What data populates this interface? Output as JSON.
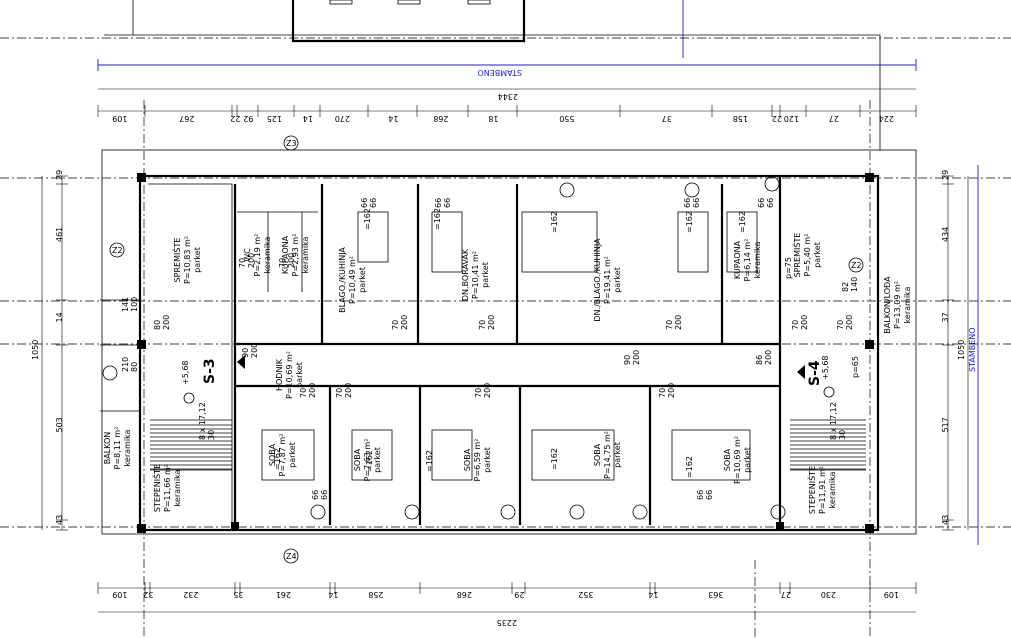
{
  "labels": {
    "stambeno_top": "STAMBENO",
    "stambeno_right": "STAMBENO",
    "s3": "S-3",
    "s4": "S-4",
    "elev1": "+5,68",
    "elev2": "+5,68"
  },
  "grid": {
    "z3": "Z3",
    "z2": "Z2",
    "z4": "Z4",
    "z2r": "Z2"
  },
  "rooms": {
    "spremiste_l": {
      "name": "SPREMIŠTE",
      "area": "P=10,83 m²",
      "floor": "parket"
    },
    "wc": {
      "name": "WC",
      "area": "P=2,19 m²",
      "floor": "keramika"
    },
    "kupaona_s": {
      "name": "KUPAONA",
      "area": "P=2,93 m²",
      "floor": "keramika"
    },
    "blago": {
      "name": "BLAGO./KUHINJA",
      "area": "P=10,49 m²",
      "floor": "parket"
    },
    "dnevni": {
      "name": "DN.BORAVAK",
      "area": "P=10,41 m²",
      "floor": "parket"
    },
    "dnblago": {
      "name": "DN./BLAGO./KUHINJA",
      "area": "P=19,41 m²",
      "floor": "parket"
    },
    "kupaona": {
      "name": "KUPAONA",
      "area": "P=6,14 m²",
      "floor": "keramika"
    },
    "spremiste_r": {
      "name": "SPREMIŠTE",
      "area": "P=5,40 m²",
      "floor": "parket"
    },
    "balkon_lodja": {
      "name": "BALKON/LOĐA",
      "area": "P=13,09 m²",
      "floor": "keramika"
    },
    "hodnik": {
      "name": "HODNIK",
      "area": "P=10,69 m²",
      "floor": "parket"
    },
    "balkon": {
      "name": "BALKON",
      "area": "P=8,11 m²",
      "floor": "keramika"
    },
    "stepeniste_l": {
      "name": "STEPENIŠTE",
      "area": "P=11,66 m²",
      "floor": "keramika"
    },
    "soba1": {
      "name": "SOBA",
      "area": "P=7,87 m²",
      "floor": "parket"
    },
    "soba2": {
      "name": "SOBA",
      "area": "P=7,63 m²",
      "floor": "parket"
    },
    "soba3": {
      "name": "SOBA",
      "area": "P=6,59 m²",
      "floor": "parket"
    },
    "soba4": {
      "name": "SOBA",
      "area": "P=14,75 m²",
      "floor": "parket"
    },
    "soba5": {
      "name": "SOBA",
      "area": "P=10,69 m²",
      "floor": "parket"
    },
    "stepeniste_r": {
      "name": "STEPENIŠTE",
      "area": "P=11,91 m²",
      "floor": "keramika"
    }
  },
  "dims_top_total": "2344",
  "dims_top": [
    "109",
    "267",
    "22",
    "92",
    "125",
    "14",
    "270",
    "14",
    "268",
    "18",
    "550",
    "37",
    "158",
    "22",
    "120",
    "27",
    "224"
  ],
  "dims_bottom_total": "2235",
  "dims_bottom": [
    "109",
    "32",
    "232",
    "35",
    "261",
    "14",
    "258",
    "268",
    "29",
    "352",
    "14",
    "363",
    "27",
    "230",
    "109"
  ],
  "dims_left": [
    "29",
    "461",
    "14",
    "503",
    "43"
  ],
  "dims_left_total": "1050",
  "dims_right": [
    "29",
    "434",
    "37",
    "517",
    "43"
  ],
  "dims_right_total": "1050",
  "door_labels": {
    "d1": "70\n200",
    "d2": "80\n200",
    "d3": "90\n200",
    "w1": "66\n66",
    "w2": "=162",
    "p1": "141\n100",
    "p2": "82\n140",
    "p3": "210\n80",
    "p4": "86\n200",
    "p5": "p=65",
    "p6": "p=75",
    "p7": "8 x 17,12\n30"
  }
}
